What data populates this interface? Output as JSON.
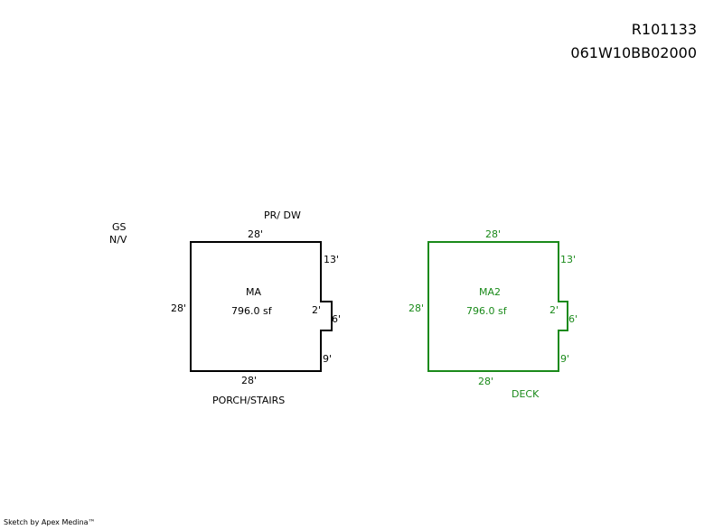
{
  "header": {
    "record_id": "R101133",
    "parcel_id": "061W10BB02000"
  },
  "notes": {
    "gs": "GS",
    "nv": "N/V",
    "pr_dw": "PR/ DW",
    "porch": "PORCH/STAIRS",
    "deck": "DECK"
  },
  "sketch_a": {
    "name": "MA",
    "area": "796.0 sf",
    "top": "28'",
    "left": "28'",
    "bottom": "28'",
    "right_upper": "13'",
    "jog_depth": "2'",
    "jog_height": "6'",
    "right_lower": "9'",
    "color": "#000000"
  },
  "sketch_b": {
    "name": "MA2",
    "area": "796.0 sf",
    "top": "28'",
    "left": "28'",
    "bottom": "28'",
    "right_upper": "13'",
    "jog_depth": "2'",
    "jog_height": "6'",
    "right_lower": "9'",
    "color": "#1a8a1a"
  },
  "footer": {
    "credit": "Sketch by Apex Medina™"
  }
}
